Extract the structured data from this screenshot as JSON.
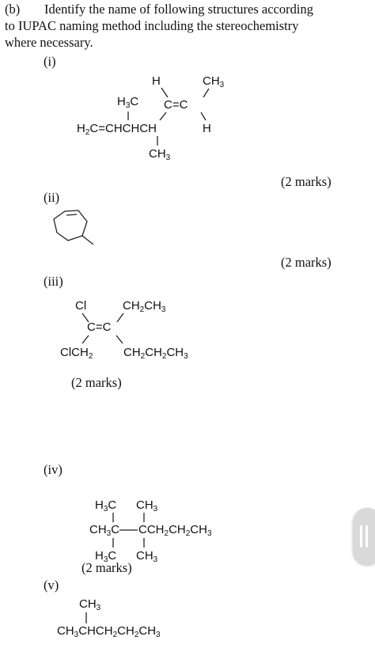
{
  "header": {
    "part": "(b)",
    "line1": "Identify the name of following structures according",
    "line2": "to IUPAC naming method including the stereochemistry",
    "line3": "where necessary."
  },
  "items": [
    {
      "label": "(i)",
      "marks": "(2 marks)"
    },
    {
      "label": "(ii)",
      "marks": "(2 marks)"
    },
    {
      "label": "(iii)",
      "marks": "(2 marks)"
    },
    {
      "label": "(iv)",
      "marks": "(2 marks)"
    },
    {
      "label": "(v)"
    }
  ],
  "structures": {
    "s1": {
      "H": "H",
      "H3C_top": "H3C",
      "C_eq_C": "C=C",
      "CH3_top": "CH3",
      "main": "H2C=CHCHCH",
      "H_right": "H",
      "CH3_bottom": "CH3"
    },
    "s3": {
      "Cl": "Cl",
      "CH2CH3": "CH2CH3",
      "C_eq_C": "C=C",
      "ClCH2": "ClCH2",
      "CH2CH2CH3": "CH2CH2CH3"
    },
    "s4": {
      "H3C_top": "H3C",
      "CH3_top": "CH3",
      "CH3C": "CH3C",
      "CCH2CH2CH3": "CCH2CH2CH3",
      "H3C_bottom": "H3C",
      "CH3_bottom": "CH3"
    },
    "s5": {
      "CH3_top": "CH3",
      "main": "CH3CHCH2CH2CH3"
    }
  }
}
